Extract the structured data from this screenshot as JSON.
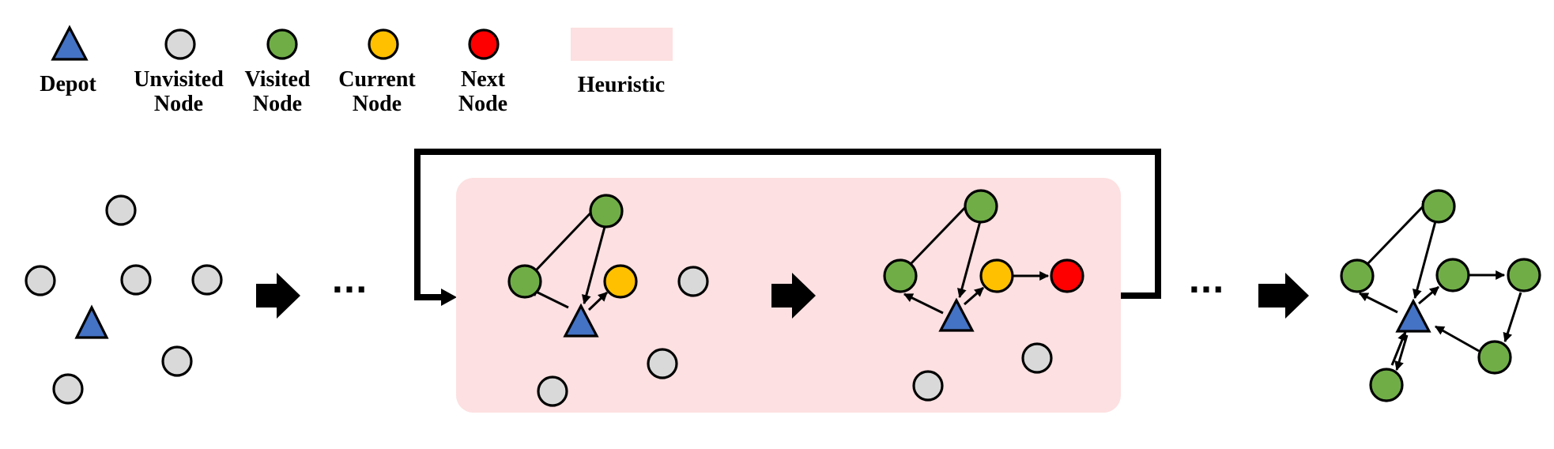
{
  "legend": {
    "depot": {
      "label": "Depot"
    },
    "unvisited": {
      "line1": "Unvisited",
      "line2": "Node"
    },
    "visited": {
      "line1": "Visited",
      "line2": "Node"
    },
    "current": {
      "line1": "Current",
      "line2": "Node"
    },
    "next": {
      "line1": "Next",
      "line2": "Node"
    },
    "heuristic": {
      "label": "Heuristic"
    }
  },
  "ellipsis": "···",
  "colors": {
    "depot": "#4472c4",
    "unvisited": "#d9d9d9",
    "visited": "#70ad47",
    "current": "#ffc000",
    "next": "#ff0000",
    "heuristic": "#fde0e1",
    "stroke": "#000000"
  }
}
